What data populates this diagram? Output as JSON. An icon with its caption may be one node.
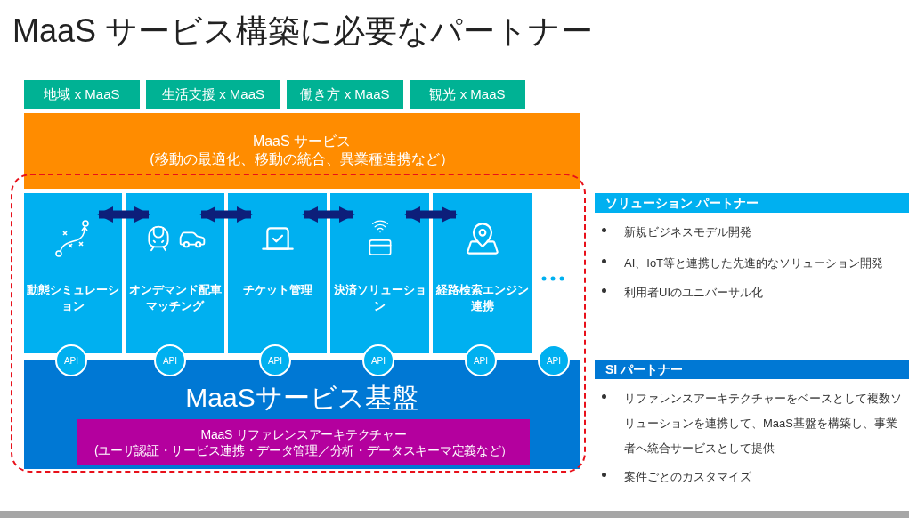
{
  "diagram": {
    "title": "MaaS サービス構築に必要なパートナー",
    "nodes": [
      {
        "text": [
          "地域 x MaaS"
        ]
      },
      {
        "text": [
          "生活支援 x MaaS"
        ]
      },
      {
        "text": [
          "働き方 x MaaS"
        ]
      },
      {
        "text": [
          "観光 x MaaS"
        ]
      },
      {
        "text": [
          "MaaS サービス",
          "(移動の最適化、移動の統合、異業種連携など）"
        ]
      },
      {
        "text": [],
        "shape": "box"
      },
      {
        "text": [
          "動態シミュレーション"
        ],
        "in": 5
      },
      {
        "text": [
          "オンデマンド配車マッチング"
        ],
        "in": 5
      },
      {
        "text": [
          "チケット管理"
        ],
        "in": 5
      },
      {
        "text": [
          "決済ソリューション"
        ],
        "in": 5
      },
      {
        "text": [
          "経路検索エンジン連携"
        ],
        "in": 5
      },
      {
        "text": [
          "MaaSサービス基盤"
        ],
        "in": 5
      },
      {
        "text": [
          "MaaS リファレンスアーキテクチャー",
          "(ユーザ認証・サービス連携・データ管理／分析・データスキーマ定義など）"
        ],
        "in": 11
      },
      {
        "text": [
          "API"
        ],
        "in": 5
      },
      {
        "text": [
          "API"
        ],
        "in": 5
      },
      {
        "text": [
          "API"
        ],
        "in": 5
      },
      {
        "text": [
          "API"
        ],
        "in": 5
      },
      {
        "text": [
          "API"
        ],
        "in": 5
      },
      {
        "text": [
          "API"
        ],
        "in": 5
      },
      {
        "text": [
          "ソリューション パートナー"
        ]
      },
      {
        "text": [
          "SI パートナー"
        ]
      }
    ],
    "edges": [
      {
        "from": 6,
        "to": 7,
        "arrow": "both"
      },
      {
        "from": 7,
        "to": 8,
        "arrow": "both"
      },
      {
        "from": 8,
        "to": 9,
        "arrow": "both"
      },
      {
        "from": 9,
        "to": 10,
        "arrow": "both"
      }
    ],
    "labels": [
      "新規ビジネスモデル開発",
      "AI、IoT等と連携した先進的なソリューション開発",
      "利用者UIのユニバーサル化",
      "リファレンスアーキテクチャーをベースとして複数ソリューションを連携して、MaaS基盤を構築し、事業者へ統合サービスとして提供",
      "案件ごとのカスタマイズ"
    ]
  }
}
